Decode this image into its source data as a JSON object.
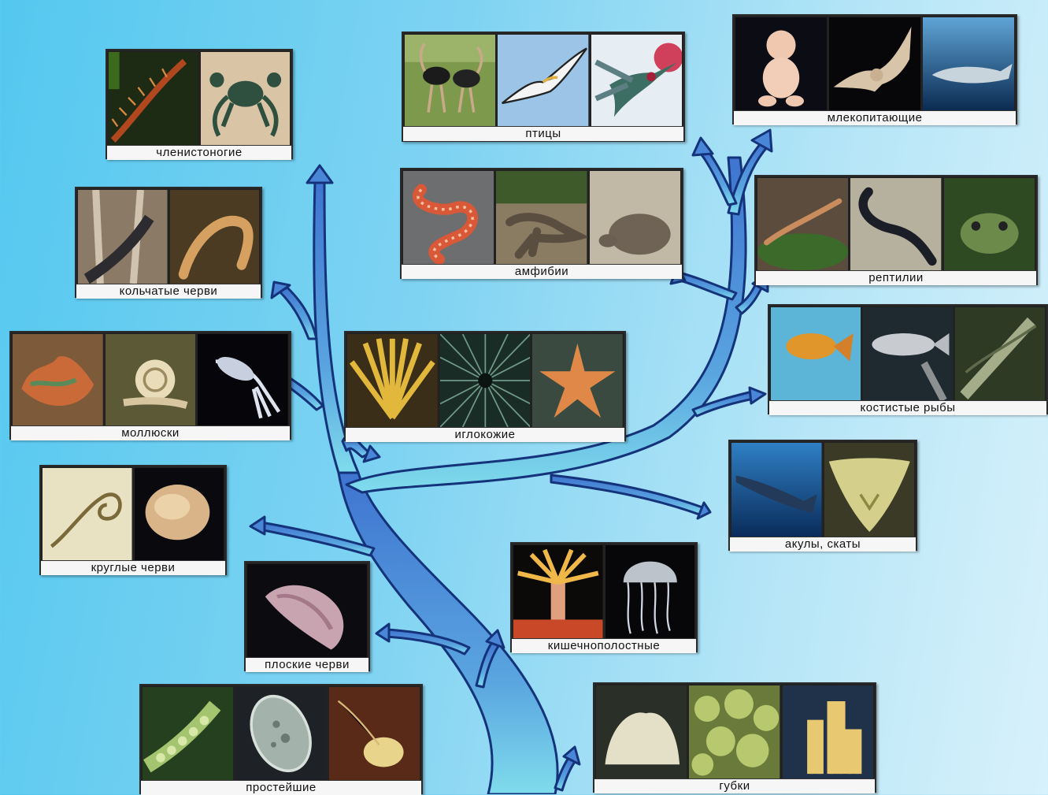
{
  "colors": {
    "branch_fill": "#4a86d8",
    "branch_stroke": "#14337a",
    "trunk_bottom": "#6fd4e8"
  },
  "groups": [
    {
      "key": "arthropods",
      "label": "членистоногие",
      "photos": [
        "centipede",
        "crab"
      ]
    },
    {
      "key": "birds",
      "label": "птицы",
      "photos": [
        "ostrich",
        "albatross",
        "hummingbird"
      ]
    },
    {
      "key": "mammals",
      "label": "млекопитающие",
      "photos": [
        "baby",
        "bat",
        "whale"
      ]
    },
    {
      "key": "annelids",
      "label": "кольчатые черви",
      "photos": [
        "leech",
        "earthworm"
      ]
    },
    {
      "key": "amphibians",
      "label": "амфибии",
      "photos": [
        "snake",
        "lizard",
        "tortoise"
      ]
    },
    {
      "key": "reptiles",
      "label": "рептилии",
      "photos": [
        "newt",
        "caecilian",
        "toad"
      ]
    },
    {
      "key": "molluscs",
      "label": "моллюски",
      "photos": [
        "sea-slug",
        "snail",
        "squid"
      ]
    },
    {
      "key": "echinoderms",
      "label": "иглокожие",
      "photos": [
        "sea-lily",
        "sea-urchin",
        "starfish"
      ]
    },
    {
      "key": "bony_fish",
      "label": "костистые рыбы",
      "photos": [
        "goldfish",
        "catfish",
        "pike"
      ]
    },
    {
      "key": "roundworms",
      "label": "круглые черви",
      "photos": [
        "nematode",
        "worm-body"
      ]
    },
    {
      "key": "sharks_rays",
      "label": "акулы, скаты",
      "photos": [
        "shark",
        "ray"
      ]
    },
    {
      "key": "cnidarians",
      "label": "кишечнополостные",
      "photos": [
        "anemone",
        "jellyfish"
      ]
    },
    {
      "key": "flatworms",
      "label": "плоские черви",
      "photos": [
        "planarian"
      ]
    },
    {
      "key": "protists",
      "label": "простейшие",
      "photos": [
        "foraminifera",
        "paramecium",
        "amoeba"
      ]
    },
    {
      "key": "sponges",
      "label": "губки",
      "photos": [
        "sponge-white",
        "sponge-green",
        "sponge-yellow"
      ]
    }
  ]
}
